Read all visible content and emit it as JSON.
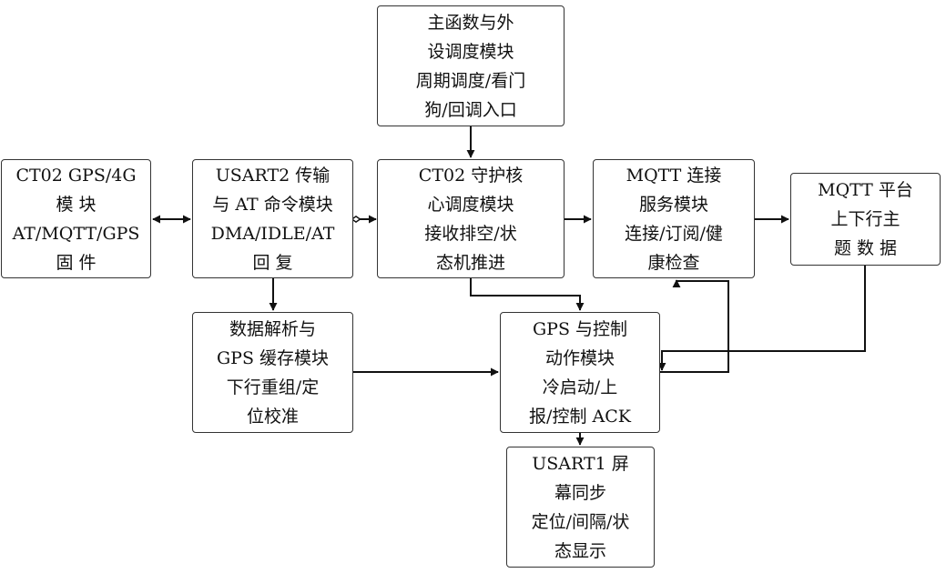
{
  "blocks": {
    "main": [
      "主函数与外",
      "设调度模块",
      "周期调度/看门",
      "狗/回调入口"
    ],
    "ct02gps": [
      "CT02 GPS/4G",
      "模 块",
      "AT/MQTT/GPS",
      "固 件"
    ],
    "usart2": [
      "USART2 传输",
      "与 AT 命令模块",
      "DMA/IDLE/AT",
      "回 复"
    ],
    "core": [
      "CT02 守护核",
      "心调度模块",
      "接收排空/状",
      "态机推进"
    ],
    "mqtt_service": [
      "MQTT 连接",
      "服务模块",
      "连接/订阅/健",
      "康检查"
    ],
    "mqtt_platform": [
      "MQTT 平台",
      "上下行主",
      "题 数 据"
    ],
    "parse": [
      "数据解析与",
      "GPS 缓存模块",
      "下行重组/定",
      "位校准"
    ],
    "gps_control": [
      "GPS 与控制",
      "动作模块",
      "冷启动/上",
      "报/控制 ACK"
    ],
    "usart1": [
      "USART1 屏",
      "幕同步",
      "定位/间隔/状",
      "态显示"
    ]
  },
  "colors": {
    "line": "#111111",
    "border": "#333333",
    "text": "#111111"
  }
}
